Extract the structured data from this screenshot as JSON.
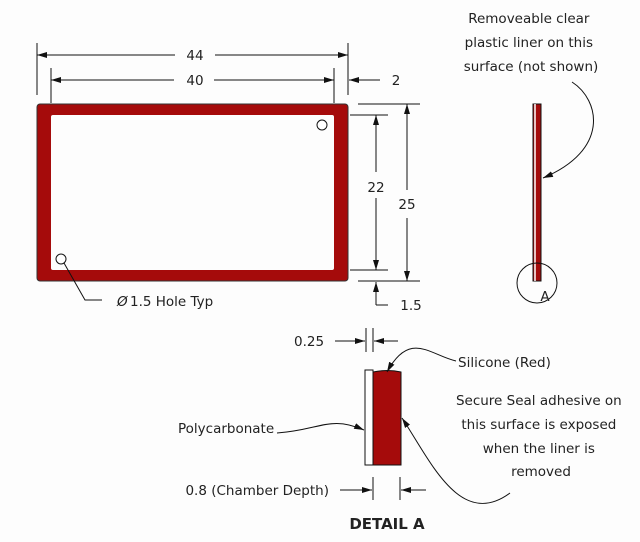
{
  "colors": {
    "silicone": "#a50b0b",
    "line": "#111111",
    "background": "#fdfdfd"
  },
  "dimensions": {
    "outer_width": "44",
    "inner_width": "40",
    "border_width": "2",
    "inner_height": "22",
    "outer_height": "25",
    "bottom_offset": "1.5",
    "polycarbonate_thickness": "0.25",
    "chamber_depth": "0.8 (Chamber Depth)"
  },
  "labels": {
    "hole_symbol": "Ø",
    "hole": "1.5 Hole Typ",
    "liner": [
      "Removeable clear",
      "plastic liner on this",
      "surface (not shown)"
    ],
    "detail_marker": "A",
    "silicone": "Silicone (Red)",
    "polycarbonate": "Polycarbonate",
    "adhesive": [
      "Secure Seal adhesive on",
      "this surface is exposed",
      "when the liner is",
      "removed"
    ],
    "detail_title": "DETAIL A"
  }
}
